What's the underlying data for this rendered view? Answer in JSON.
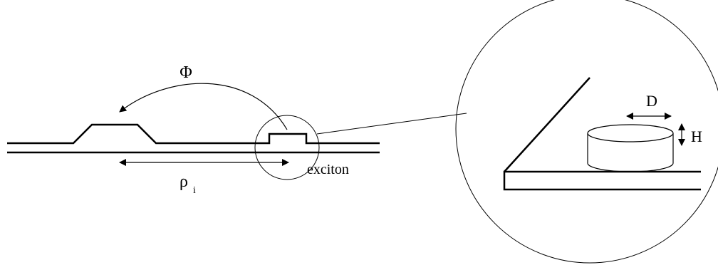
{
  "diagram": {
    "labels": {
      "phi": "Φ",
      "rho": "ρ",
      "rho_subscript": "i",
      "exciton": "exciton",
      "diameter": "D",
      "height": "H"
    },
    "colors": {
      "stroke": "#000000",
      "background": "#ffffff"
    }
  }
}
